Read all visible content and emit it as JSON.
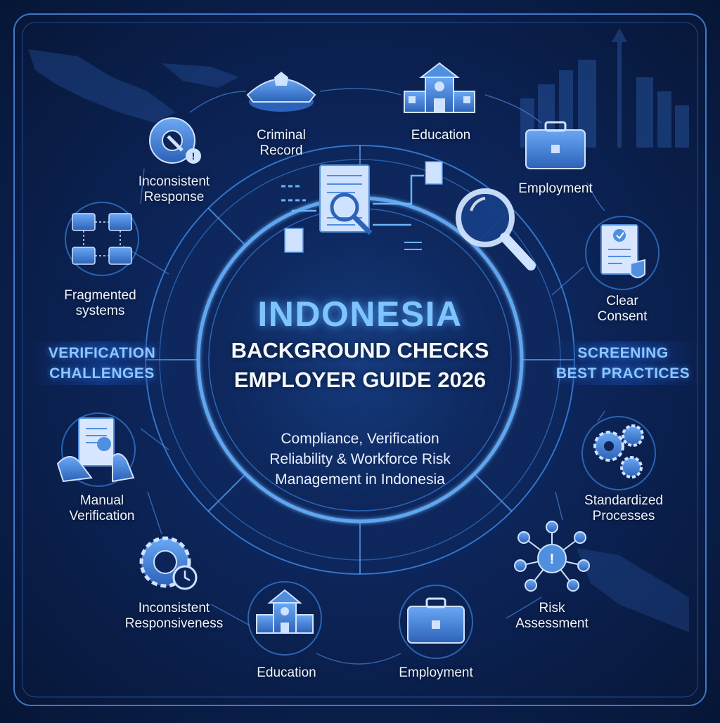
{
  "title": "INDONESIA",
  "subtitle_lines": [
    "BACKGROUND CHECKS",
    "EMPLOYER GUIDE 2026"
  ],
  "tagline_lines": [
    "Compliance, Verification",
    "Reliability & Workforce Risk",
    "Management in Indonesia"
  ],
  "left_section": [
    "VERIFICATION",
    "CHALLENGES"
  ],
  "right_section": [
    "SCREENING",
    "BEST PRACTICES"
  ],
  "nodes": {
    "criminal_record": [
      "Criminal",
      "Record"
    ],
    "education_top": [
      "Education"
    ],
    "employment_top": [
      "Employment"
    ],
    "inconsistent_response": [
      "Inconsistent",
      "Response"
    ],
    "fragmented_systems": [
      "Fragmented",
      "systems"
    ],
    "clear_consent": [
      "Clear",
      "Consent"
    ],
    "manual_verification": [
      "Manual",
      "Verification"
    ],
    "standardized_processes": [
      "Standardized",
      "Processes"
    ],
    "inconsistent_responsiveness": [
      "Inconsistent",
      "Responsiveness"
    ],
    "risk_assessment": [
      "Risk",
      "Assessment"
    ],
    "education_bottom": [
      "Education"
    ],
    "employment_bottom": [
      "Employment"
    ]
  },
  "colors": {
    "background": "#0c2458",
    "ring": "#3f8ff0",
    "ring_glow": "#5aa8ff",
    "icon_fill": "#4f8fe0",
    "icon_light": "#cfe2ff",
    "accent_title": "#7fc4ff",
    "text": "#eef4ff"
  },
  "icons": [
    "police-cap-icon",
    "school-building-icon",
    "briefcase-icon",
    "gear-wrench-icon",
    "folder-network-icon",
    "signed-document-icon",
    "hand-document-icon",
    "gears-icon",
    "gear-clock-icon",
    "risk-network-icon",
    "magnifier-icon",
    "document-flow-icon"
  ]
}
